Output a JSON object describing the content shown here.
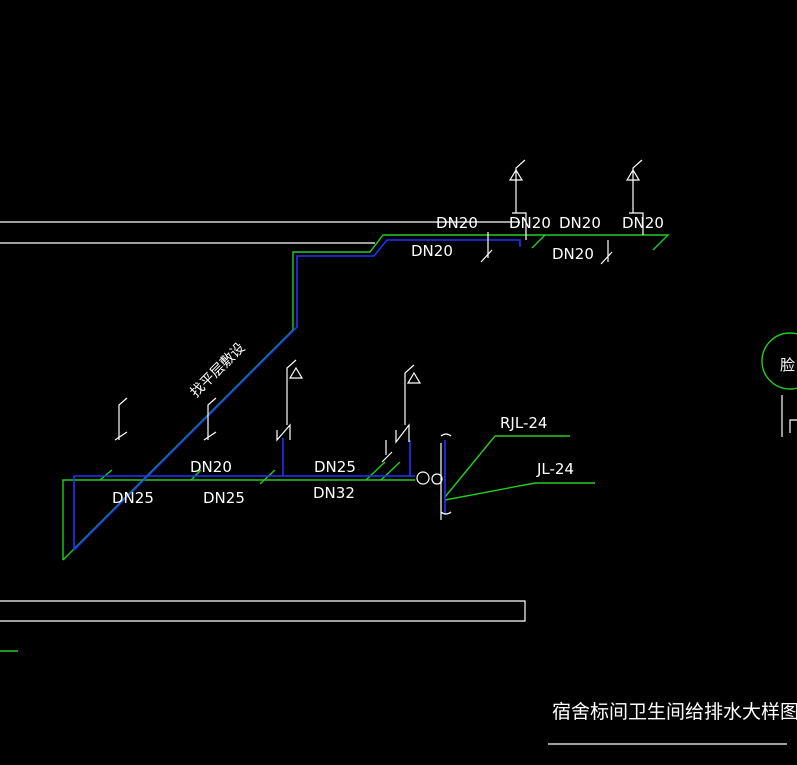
{
  "drawing": {
    "title": "宿舍标间卫生间给排水大样图",
    "slope_note": "找平层敷设",
    "edge_symbol": "脸",
    "risers": {
      "hot": "RJL-24",
      "cold": "JL-24"
    },
    "pipe_labels": [
      "DN20",
      "DN20",
      "DN20",
      "DN20",
      "DN20",
      "DN20",
      "DN20",
      "DN25",
      "DN25",
      "DN25",
      "DN32"
    ]
  },
  "colors": {
    "background": "#000000",
    "wall": "#ffffff",
    "cold_pipe": "#22cc22",
    "hot_pipe": "#2233ff",
    "text": "#ffffff"
  }
}
